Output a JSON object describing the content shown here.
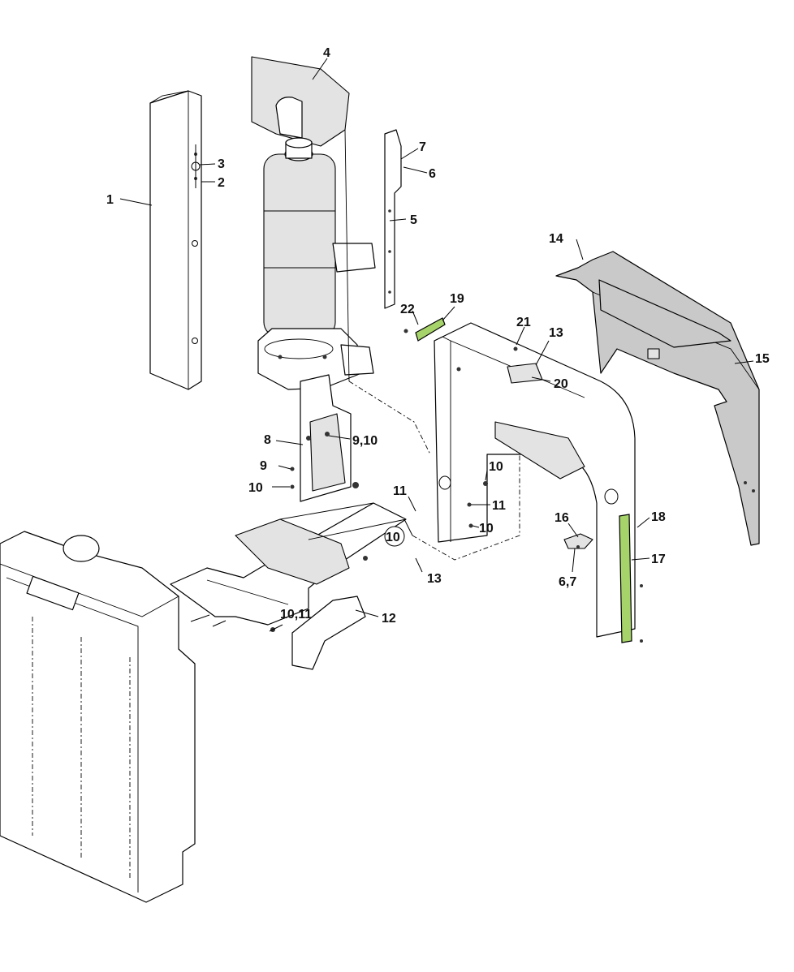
{
  "colors": {
    "highlight": "#a6d36a",
    "panel_gray": "#c9c9c9",
    "line": "#000000"
  },
  "callouts": {
    "c1": "1",
    "c2": "2",
    "c3": "3",
    "c4": "4",
    "c5": "5",
    "c6": "6",
    "c7": "7",
    "c8": "8",
    "c9": "9",
    "c9_10": "9,10",
    "c10_a": "10",
    "c10_b": "10",
    "c10_c": "10",
    "c10_circled": "10",
    "c10_11": "10,11",
    "c11_a": "11",
    "c11_b": "11",
    "c12": "12",
    "c13_a": "13",
    "c13_b": "13",
    "c14": "14",
    "c15": "15",
    "c16": "16",
    "c6_7": "6,7",
    "c17": "17",
    "c18": "18",
    "c19": "19",
    "c20": "20",
    "c21": "21",
    "c22": "22"
  }
}
